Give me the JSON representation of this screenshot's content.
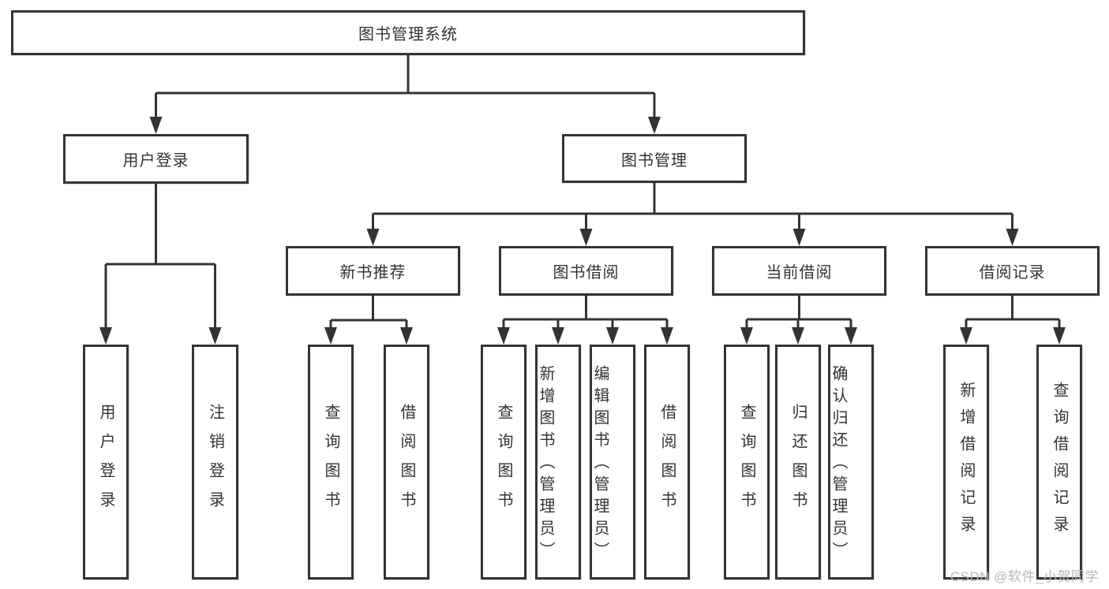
{
  "diagram": {
    "root": "图书管理系统",
    "branches": {
      "user_login": "用户登录",
      "book_mgmt": "图书管理"
    },
    "modules": {
      "new_book": "新书推荐",
      "book_borrow": "图书借阅",
      "current_borrow": "当前借阅",
      "borrow_record": "借阅记录"
    },
    "leaves": {
      "user_login": [
        "用户登录",
        "注销登录"
      ],
      "new_book": [
        "查询图书",
        "借阅图书"
      ],
      "book_borrow": [
        "查询图书",
        "新增图书（管理员）",
        "编辑图书（管理员）",
        "借阅图书"
      ],
      "current_borrow": [
        "查询图书",
        "归还图书",
        "确认归还（管理员）"
      ],
      "borrow_record": [
        "新增借阅记录",
        "查询借阅记录"
      ]
    }
  },
  "watermark": "CSDN @软件_小贺同学",
  "colors": {
    "line": "#333333",
    "text": "#333333",
    "background": "#ffffff",
    "watermark": "#b8b8b8"
  }
}
